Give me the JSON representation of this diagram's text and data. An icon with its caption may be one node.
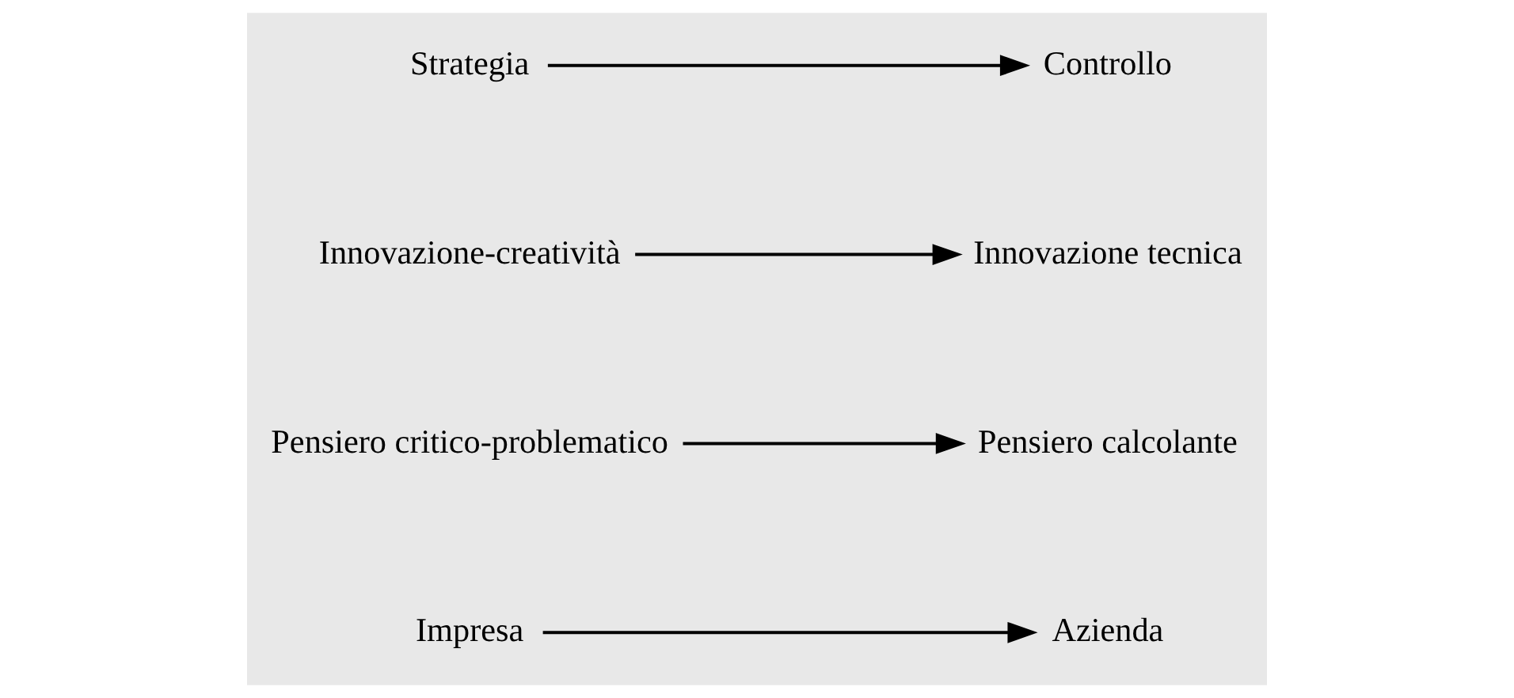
{
  "diagram": {
    "nodes": [
      {
        "text": [
          "Impresa"
        ]
      },
      {
        "text": [
          "Azienda"
        ]
      },
      {
        "text": [
          "Pensiero critico-problematico"
        ]
      },
      {
        "text": [
          "Pensiero calcolante"
        ]
      },
      {
        "text": [
          "Innovazione-creatività"
        ]
      },
      {
        "text": [
          "Innovazione tecnica"
        ]
      },
      {
        "text": [
          "Strategia"
        ]
      },
      {
        "text": [
          "Controllo"
        ]
      }
    ],
    "edges": [
      {
        "from": 0,
        "to": 1,
        "arrow": "to"
      },
      {
        "from": 2,
        "to": 3,
        "arrow": "to"
      },
      {
        "from": 4,
        "to": 5,
        "arrow": "to"
      },
      {
        "from": 6,
        "to": 7,
        "arrow": "to"
      }
    ]
  }
}
